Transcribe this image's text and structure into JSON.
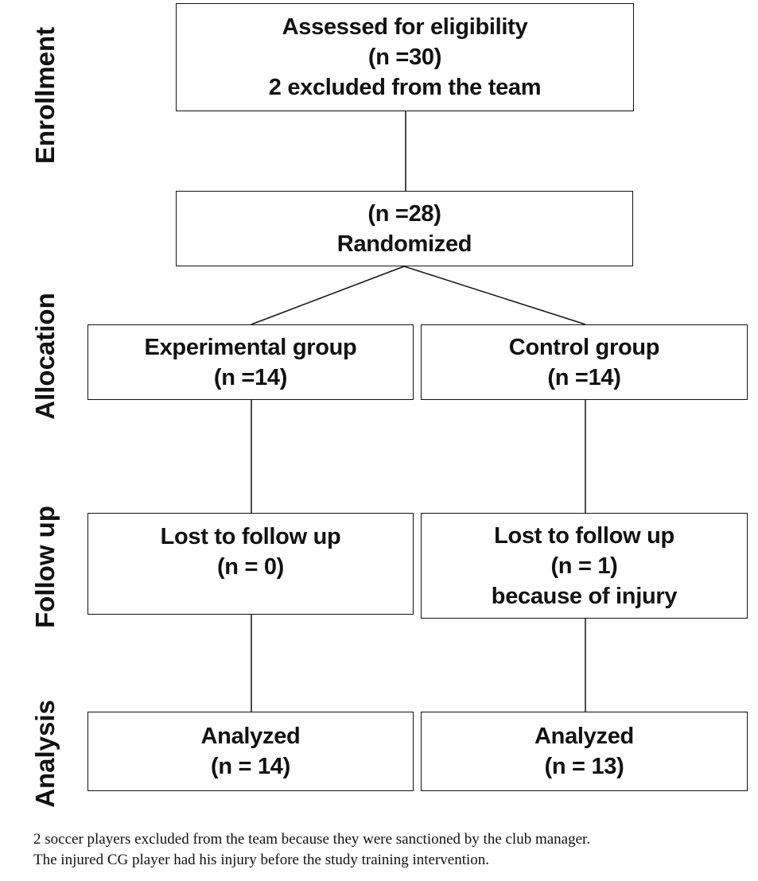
{
  "stages": {
    "enrollment": "Enrollment",
    "allocation": "Allocation",
    "follow_up": "Follow up",
    "analysis": "Analysis"
  },
  "boxes": {
    "assessed": [
      "Assessed for eligibility",
      "(n =30)",
      "2 excluded from the team"
    ],
    "randomized": [
      "(n =28)",
      "Randomized"
    ],
    "experimental": [
      "Experimental group",
      "(n =14)"
    ],
    "control": [
      "Control group",
      "(n =14)"
    ],
    "lost_experimental": [
      "Lost to follow up",
      "(n = 0)"
    ],
    "lost_control": [
      "Lost to follow up",
      "(n = 1)",
      "because of injury"
    ],
    "analyzed_experimental": [
      "Analyzed",
      "(n = 14)"
    ],
    "analyzed_control": [
      "Analyzed",
      "(n = 13)"
    ]
  },
  "notes": [
    "2 soccer players excluded from the team because they were sanctioned by the club manager.",
    "The injured CG player had his injury before the study training intervention."
  ]
}
